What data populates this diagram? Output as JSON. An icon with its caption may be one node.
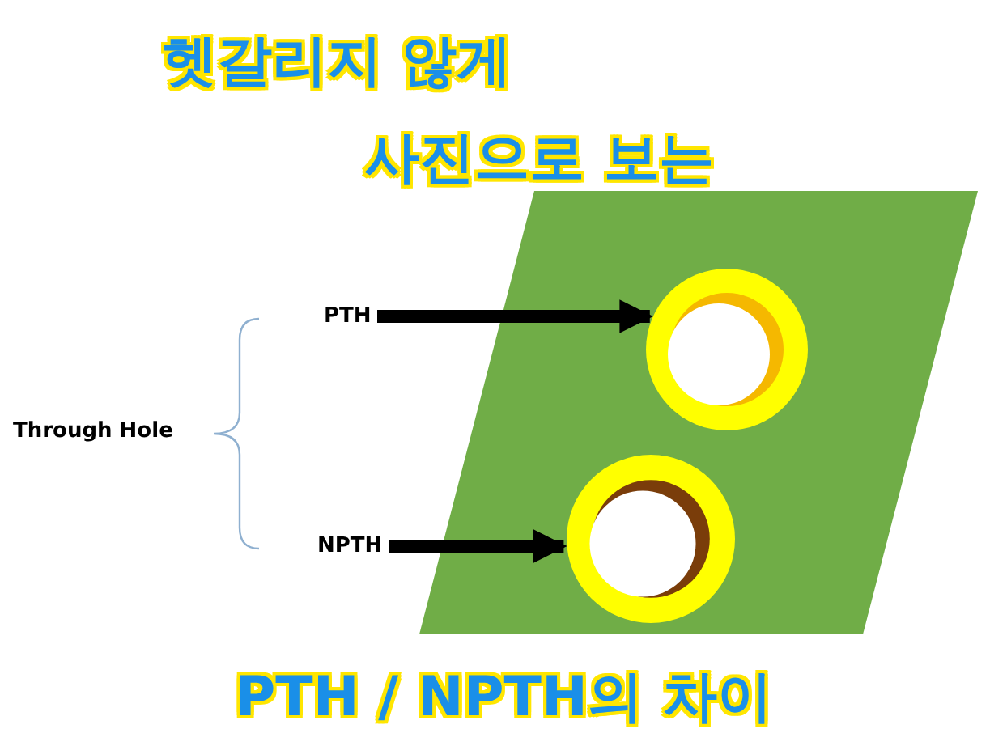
{
  "diagram": {
    "title": "헷갈리지 않게 사진으로 보는",
    "caption": "PTH / NPTH의 차이",
    "nodes": [
      {
        "text": [
          "PTH"
        ]
      },
      {
        "text": [
          "NPTH"
        ]
      },
      {
        "text": [],
        "shape": "circle"
      },
      {
        "text": [],
        "shape": "circle"
      }
    ],
    "edges": [
      {
        "from": 0,
        "to": 2,
        "arrow": "to"
      },
      {
        "from": 1,
        "to": 3,
        "arrow": "to"
      }
    ],
    "labels": [
      "Through Hole"
    ]
  }
}
